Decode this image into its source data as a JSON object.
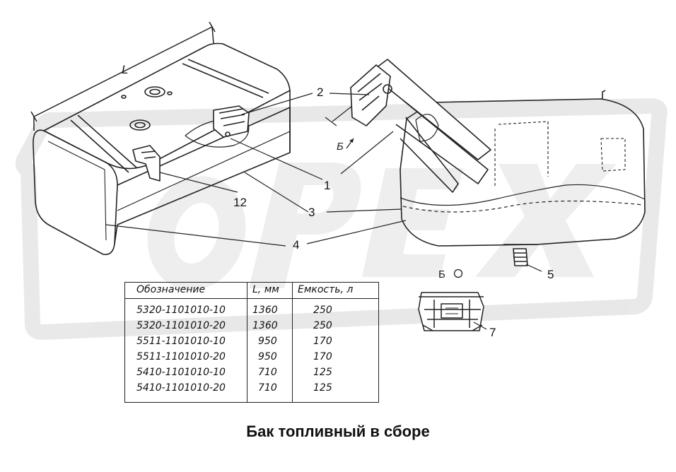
{
  "caption": "Бак топливный в сборе",
  "watermark": "ОРЕХ",
  "dimension_label": "L",
  "section_marker": "Б",
  "view_label": "Б",
  "callouts": {
    "c1": "1",
    "c2": "2",
    "c3": "3",
    "c4": "4",
    "c5": "5",
    "c7": "7",
    "c12": "12"
  },
  "table": {
    "headers": [
      "Обозначение",
      "L, мм",
      "Емкость, л"
    ],
    "rows": [
      [
        "5320-1101010-10",
        "1360",
        "250"
      ],
      [
        "5320-1101010-20",
        "1360",
        "250"
      ],
      [
        "5511-1101010-10",
        "950",
        "170"
      ],
      [
        "5511-1101010-20",
        "950",
        "170"
      ],
      [
        "5410-1101010-10",
        "710",
        "125"
      ],
      [
        "5410-1101010-20",
        "710",
        "125"
      ]
    ]
  }
}
